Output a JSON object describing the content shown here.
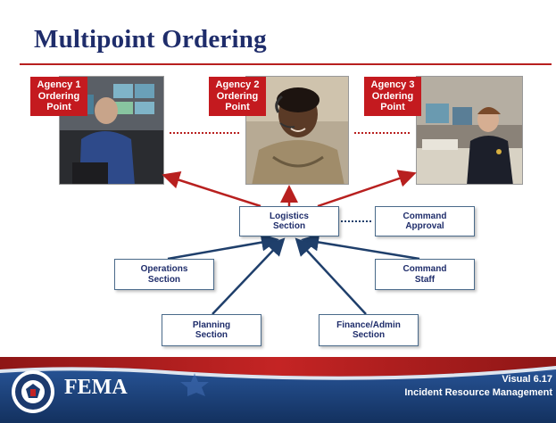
{
  "slide": {
    "title": "Multipoint Ordering"
  },
  "agencies": [
    {
      "label": "Agency 1\nOrdering\nPoint",
      "photo_icon": "dispatcher-photo-icon"
    },
    {
      "label": "Agency 2\nOrdering\nPoint",
      "photo_icon": "headset-operator-photo-icon"
    },
    {
      "label": "Agency 3\nOrdering\nPoint",
      "photo_icon": "officer-at-desk-photo-icon"
    }
  ],
  "boxes": {
    "logistics": "Logistics\nSection",
    "command_approval": "Command\nApproval",
    "operations": "Operations\nSection",
    "command_staff": "Command\nStaff",
    "planning": "Planning\nSection",
    "finance": "Finance/Admin\nSection"
  },
  "footer": {
    "brand": "FEMA",
    "visual_number": "Visual 6.17",
    "module_title": "Incident Resource Management"
  },
  "colors": {
    "title": "#1f2d6b",
    "accent_red": "#b8201f",
    "agency_tag": "#c41a1f",
    "arrow_red": "#b8201f",
    "arrow_blue": "#1f3f6b",
    "box_border": "#4a6a8a",
    "footer_blue": "#1a3f78",
    "footer_red": "#b8201f"
  }
}
